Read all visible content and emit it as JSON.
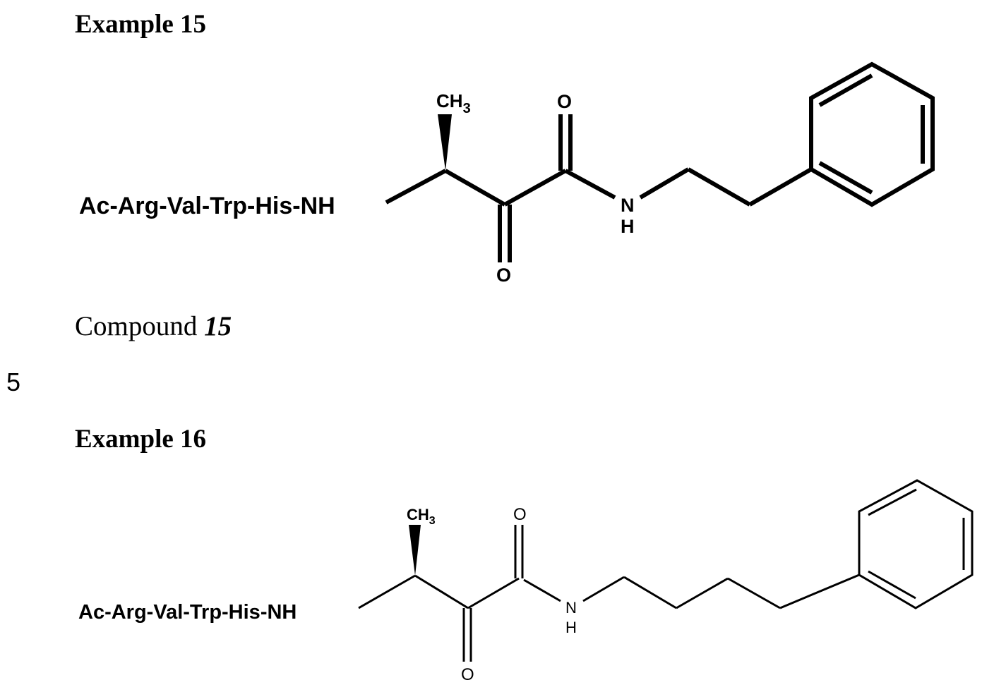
{
  "page": {
    "line_number": "5"
  },
  "examples": [
    {
      "heading": "Example 15",
      "structure": {
        "peptide_prefix": "Ac-Arg-Val-Trp-His-NH",
        "methyl_label": "CH",
        "methyl_subscript": "3",
        "ketone_oxygen": "O",
        "amide_oxygen": "O",
        "amide_n": "N",
        "amide_h": "H",
        "linker": "2-phenylethyl",
        "aromatic": "phenyl"
      },
      "caption": {
        "prefix": "Compound",
        "number": "15"
      }
    },
    {
      "heading": "Example 16",
      "structure": {
        "peptide_prefix": "Ac-Arg-Val-Trp-His-NH",
        "methyl_label": "CH",
        "methyl_subscript": "3",
        "ketone_oxygen": "O",
        "amide_oxygen": "O",
        "amide_n": "N",
        "amide_h": "H",
        "linker": "4-phenylbutyl",
        "aromatic": "phenyl"
      }
    }
  ]
}
